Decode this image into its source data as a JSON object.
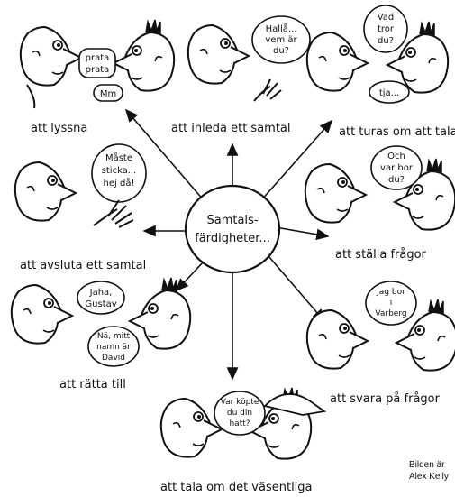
{
  "center": {
    "line1": "Samtals-",
    "line2": "färdigheter..."
  },
  "labels": {
    "listen": "att lyssna",
    "start": "att inleda ett samtal",
    "turns": "att turas om att tala",
    "ask": "att ställa frågor",
    "answer": "att svara på frågor",
    "essential": "att tala om det väsentliga",
    "correct": "att rätta till",
    "end": "att avsluta ett samtal"
  },
  "bubbles": {
    "listen_a": [
      "prata",
      "prata"
    ],
    "listen_b": [
      "Mm"
    ],
    "start": [
      "Hallå...",
      "vem är",
      "du?"
    ],
    "turns_a": [
      "Vad",
      "tror",
      "du?"
    ],
    "turns_b": [
      "tja..."
    ],
    "ask": [
      "Och",
      "var bor",
      "du?"
    ],
    "answer": [
      "Jag bor",
      "i",
      "Varberg"
    ],
    "essential": [
      "Var köpte",
      "du din",
      "hatt?"
    ],
    "correct_a": [
      "Jaha,",
      "Gustav"
    ],
    "correct_b": [
      "Nä, mitt",
      "namn är",
      "David"
    ],
    "end": [
      "Måste",
      "sticka...",
      "hej då!"
    ]
  },
  "credit": {
    "line1": "Bilden är",
    "line2": "Alex Kelly"
  }
}
